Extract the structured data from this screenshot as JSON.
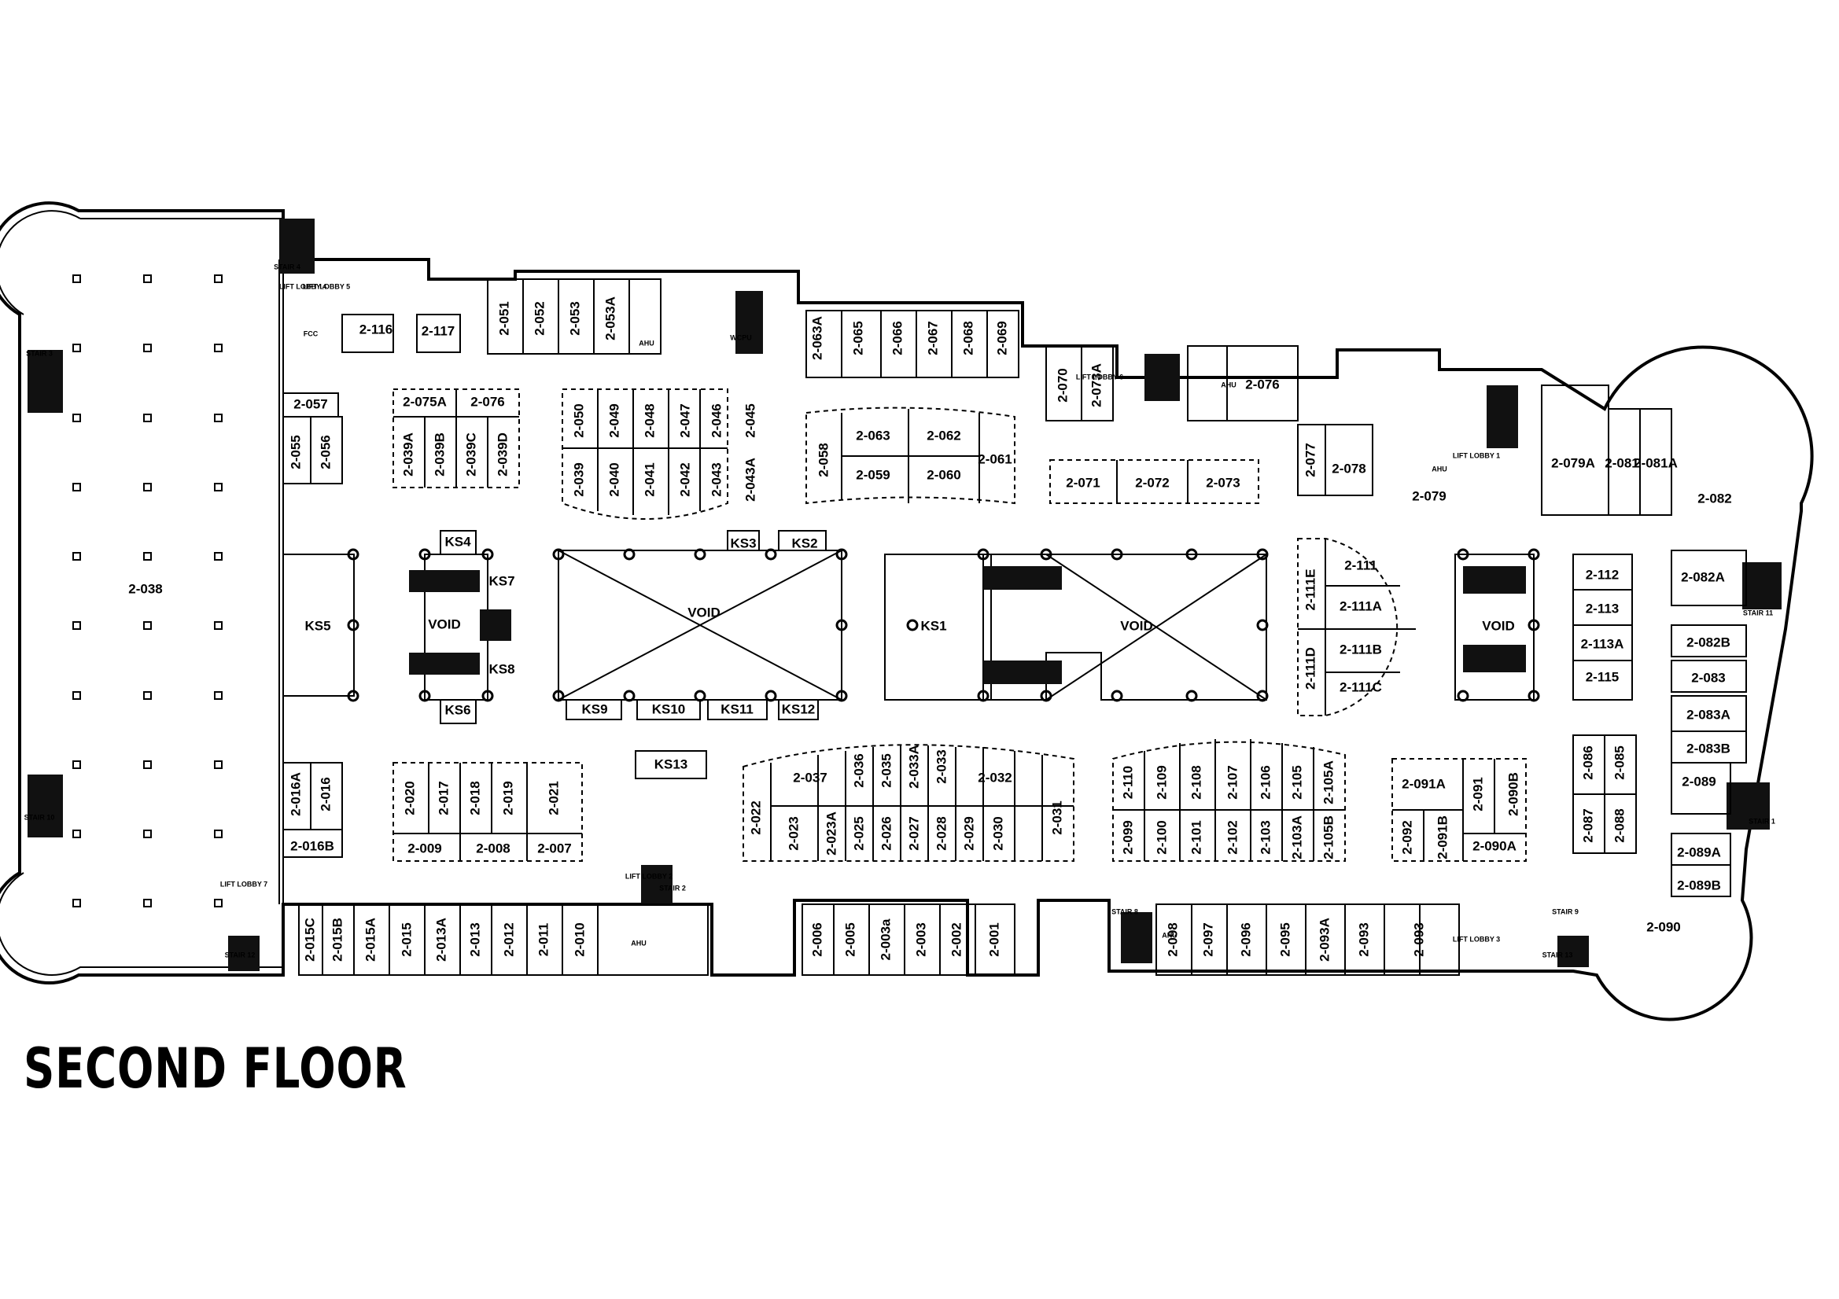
{
  "title": "SECOND FLOOR",
  "units": [
    {
      "id": "2-038",
      "v": false
    },
    {
      "id": "2-116",
      "v": false
    },
    {
      "id": "2-117",
      "v": false
    },
    {
      "id": "2-051",
      "v": true
    },
    {
      "id": "2-052",
      "v": true
    },
    {
      "id": "2-053",
      "v": true
    },
    {
      "id": "2-053A",
      "v": true
    },
    {
      "id": "2-063A",
      "v": true
    },
    {
      "id": "2-065",
      "v": true
    },
    {
      "id": "2-066",
      "v": true
    },
    {
      "id": "2-067",
      "v": true
    },
    {
      "id": "2-068",
      "v": true
    },
    {
      "id": "2-069",
      "v": true
    },
    {
      "id": "2-070",
      "v": true
    },
    {
      "id": "2-073A",
      "v": true
    },
    {
      "id": "2-076",
      "v": false
    },
    {
      "id": "2-077",
      "v": true
    },
    {
      "id": "2-078",
      "v": false
    },
    {
      "id": "2-079",
      "v": false
    },
    {
      "id": "2-079A",
      "v": false
    },
    {
      "id": "2-081",
      "v": false
    },
    {
      "id": "2-081A",
      "v": false
    },
    {
      "id": "2-082",
      "v": false
    },
    {
      "id": "2-057",
      "v": false
    },
    {
      "id": "2-055",
      "v": true
    },
    {
      "id": "2-056",
      "v": true
    },
    {
      "id": "2-075A",
      "v": false
    },
    {
      "id": "2-076",
      "v": false
    },
    {
      "id": "2-039A",
      "v": true
    },
    {
      "id": "2-039B",
      "v": true
    },
    {
      "id": "2-039C",
      "v": true
    },
    {
      "id": "2-039D",
      "v": true
    },
    {
      "id": "2-050",
      "v": true
    },
    {
      "id": "2-049",
      "v": true
    },
    {
      "id": "2-048",
      "v": true
    },
    {
      "id": "2-047",
      "v": true
    },
    {
      "id": "2-046",
      "v": true
    },
    {
      "id": "2-045",
      "v": true
    },
    {
      "id": "2-039",
      "v": true
    },
    {
      "id": "2-040",
      "v": true
    },
    {
      "id": "2-041",
      "v": true
    },
    {
      "id": "2-042",
      "v": true
    },
    {
      "id": "2-043",
      "v": true
    },
    {
      "id": "2-043A",
      "v": true
    },
    {
      "id": "2-058",
      "v": true
    },
    {
      "id": "2-063",
      "v": false
    },
    {
      "id": "2-062",
      "v": false
    },
    {
      "id": "2-059",
      "v": false
    },
    {
      "id": "2-060",
      "v": false
    },
    {
      "id": "2-061",
      "v": false
    },
    {
      "id": "2-071",
      "v": false
    },
    {
      "id": "2-072",
      "v": false
    },
    {
      "id": "2-073",
      "v": false
    },
    {
      "id": "2-111",
      "v": false
    },
    {
      "id": "2-111E",
      "v": true
    },
    {
      "id": "2-111A",
      "v": false
    },
    {
      "id": "2-111B",
      "v": false
    },
    {
      "id": "2-111D",
      "v": true
    },
    {
      "id": "2-111C",
      "v": false
    },
    {
      "id": "2-112",
      "v": false
    },
    {
      "id": "2-113",
      "v": false
    },
    {
      "id": "2-113A",
      "v": false
    },
    {
      "id": "2-115",
      "v": false
    },
    {
      "id": "2-082A",
      "v": false
    },
    {
      "id": "2-082B",
      "v": false
    },
    {
      "id": "2-083",
      "v": false
    },
    {
      "id": "2-083A",
      "v": false
    },
    {
      "id": "2-083B",
      "v": false
    },
    {
      "id": "2-089",
      "v": false
    },
    {
      "id": "2-089A",
      "v": false
    },
    {
      "id": "2-089B",
      "v": false
    },
    {
      "id": "2-090",
      "v": false
    },
    {
      "id": "2-016A",
      "v": true
    },
    {
      "id": "2-016",
      "v": true
    },
    {
      "id": "2-016B",
      "v": false
    },
    {
      "id": "2-020",
      "v": true
    },
    {
      "id": "2-017",
      "v": true
    },
    {
      "id": "2-018",
      "v": true
    },
    {
      "id": "2-019",
      "v": true
    },
    {
      "id": "2-021",
      "v": true
    },
    {
      "id": "2-009",
      "v": false
    },
    {
      "id": "2-008",
      "v": false
    },
    {
      "id": "2-007",
      "v": false
    },
    {
      "id": "2-037",
      "v": false
    },
    {
      "id": "2-036",
      "v": true
    },
    {
      "id": "2-035",
      "v": true
    },
    {
      "id": "2-033A",
      "v": true
    },
    {
      "id": "2-033",
      "v": true
    },
    {
      "id": "2-032",
      "v": false
    },
    {
      "id": "2-022",
      "v": true
    },
    {
      "id": "2-023",
      "v": true
    },
    {
      "id": "2-023A",
      "v": true
    },
    {
      "id": "2-025",
      "v": true
    },
    {
      "id": "2-026",
      "v": true
    },
    {
      "id": "2-027",
      "v": true
    },
    {
      "id": "2-028",
      "v": true
    },
    {
      "id": "2-029",
      "v": true
    },
    {
      "id": "2-030",
      "v": true
    },
    {
      "id": "2-031",
      "v": true
    },
    {
      "id": "2-110",
      "v": true
    },
    {
      "id": "2-109",
      "v": true
    },
    {
      "id": "2-108",
      "v": true
    },
    {
      "id": "2-107",
      "v": true
    },
    {
      "id": "2-106",
      "v": true
    },
    {
      "id": "2-105",
      "v": true
    },
    {
      "id": "2-105A",
      "v": true
    },
    {
      "id": "2-099",
      "v": true
    },
    {
      "id": "2-100",
      "v": true
    },
    {
      "id": "2-101",
      "v": true
    },
    {
      "id": "2-102",
      "v": true
    },
    {
      "id": "2-103",
      "v": true
    },
    {
      "id": "2-103A",
      "v": true
    },
    {
      "id": "2-105B",
      "v": true
    },
    {
      "id": "2-091A",
      "v": false
    },
    {
      "id": "2-091",
      "v": true
    },
    {
      "id": "2-090B",
      "v": true
    },
    {
      "id": "2-092",
      "v": true
    },
    {
      "id": "2-091B",
      "v": true
    },
    {
      "id": "2-090A",
      "v": false
    },
    {
      "id": "2-086",
      "v": true
    },
    {
      "id": "2-085",
      "v": true
    },
    {
      "id": "2-087",
      "v": true
    },
    {
      "id": "2-088",
      "v": true
    },
    {
      "id": "2-015C",
      "v": true
    },
    {
      "id": "2-015B",
      "v": true
    },
    {
      "id": "2-015A",
      "v": true
    },
    {
      "id": "2-015",
      "v": true
    },
    {
      "id": "2-013A",
      "v": true
    },
    {
      "id": "2-013",
      "v": true
    },
    {
      "id": "2-012",
      "v": true
    },
    {
      "id": "2-011",
      "v": true
    },
    {
      "id": "2-010",
      "v": true
    },
    {
      "id": "2-006",
      "v": true
    },
    {
      "id": "2-005",
      "v": true
    },
    {
      "id": "2-003a",
      "v": true
    },
    {
      "id": "2-003",
      "v": true
    },
    {
      "id": "2-002",
      "v": true
    },
    {
      "id": "2-001",
      "v": true
    },
    {
      "id": "2-098",
      "v": true
    },
    {
      "id": "2-097",
      "v": true
    },
    {
      "id": "2-096",
      "v": true
    },
    {
      "id": "2-095",
      "v": true
    },
    {
      "id": "2-093A",
      "v": true
    },
    {
      "id": "2-093",
      "v": true
    },
    {
      "id": "2-093",
      "v": true
    }
  ],
  "kiosks": [
    "KS1",
    "KS2",
    "KS3",
    "KS4",
    "KS5",
    "KS6",
    "KS7",
    "KS8",
    "KS9",
    "KS10",
    "KS11",
    "KS12",
    "KS13"
  ],
  "voids": [
    "VOID",
    "VOID",
    "VOID",
    "VOID"
  ],
  "services": [
    "AHU",
    "AHU",
    "AHU",
    "AHU",
    "AHU",
    "LIFT LOBBY 3",
    "LIFT LOBBY 4",
    "LIFT LOBBY 5",
    "LIFT LOBBY 6",
    "LIFT LOBBY 1",
    "LIFT LOBBY 2",
    "LIFT LOBBY 7",
    "STAIR 9",
    "STAIR 4",
    "STAIR 3",
    "STAIR 10",
    "STAIR 11",
    "STAIR 1",
    "STAIR 2",
    "STAIR 12",
    "STAIR 13",
    "STAIR 8",
    "WCPU",
    "FCC"
  ]
}
